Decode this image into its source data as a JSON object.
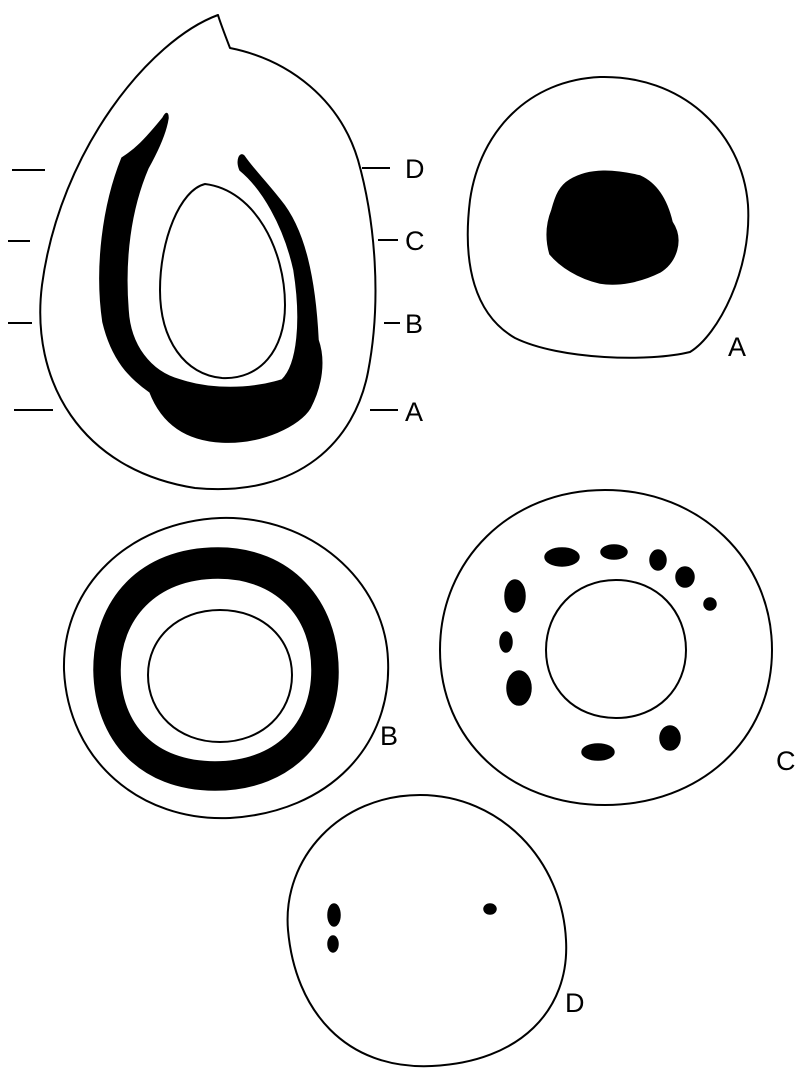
{
  "figure": {
    "section_labels": {
      "longitudinal_d": "D",
      "longitudinal_c": "C",
      "longitudinal_b": "B",
      "longitudinal_a": "A",
      "cross_section_a": "A",
      "cross_section_b": "B",
      "cross_section_c": "C",
      "cross_section_d": "D"
    },
    "colors": {
      "ink": "#000000",
      "background": "#ffffff"
    }
  }
}
